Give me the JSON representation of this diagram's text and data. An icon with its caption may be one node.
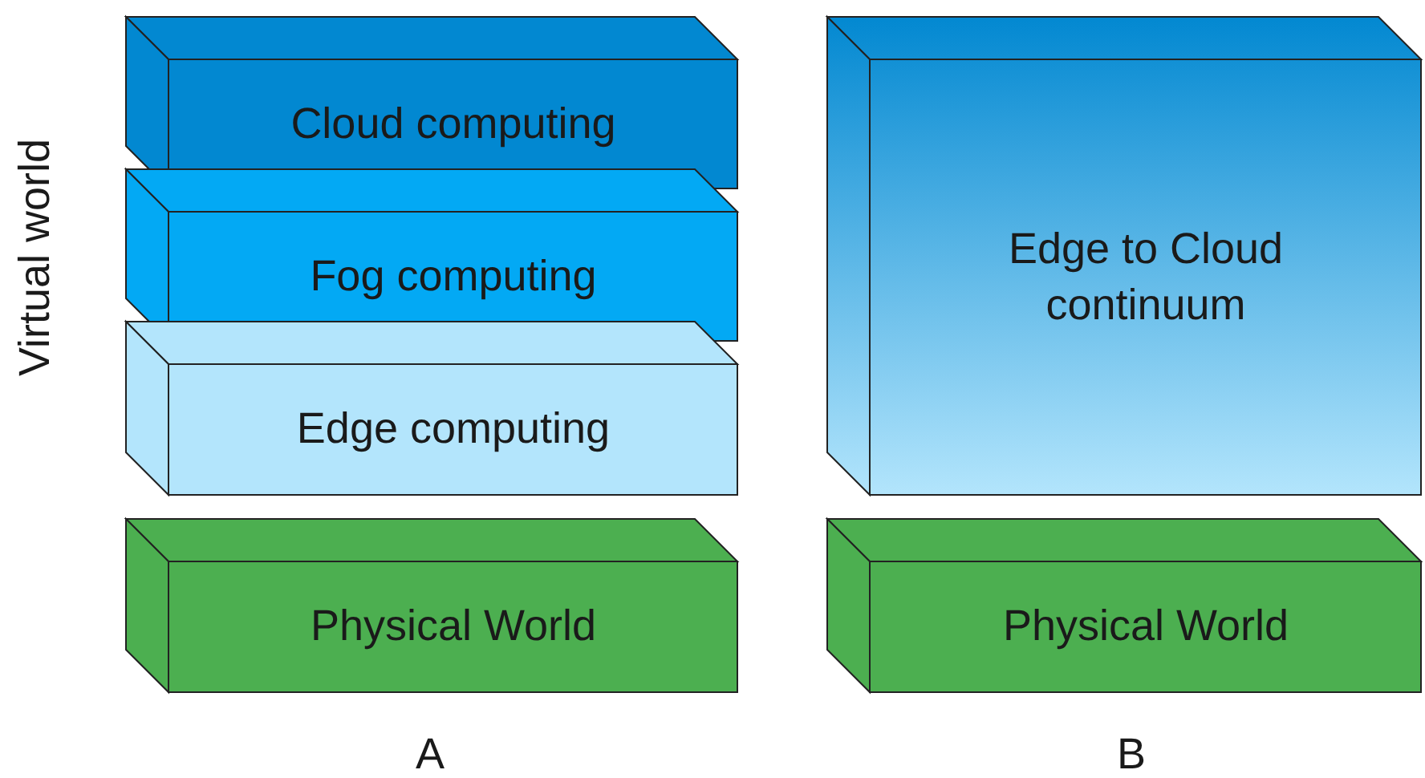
{
  "diagram": {
    "nodes": [
      {
        "text": [
          "Cloud computing"
        ]
      },
      {
        "text": [
          "Fog computing"
        ]
      },
      {
        "text": [
          "Edge computing"
        ]
      },
      {
        "text": [
          "Physical World"
        ]
      },
      {
        "text": [
          "Edge to Cloud continuum"
        ]
      },
      {
        "text": [
          "Physical World"
        ]
      }
    ],
    "labels": [
      "Virtual world",
      "A",
      "B"
    ]
  }
}
